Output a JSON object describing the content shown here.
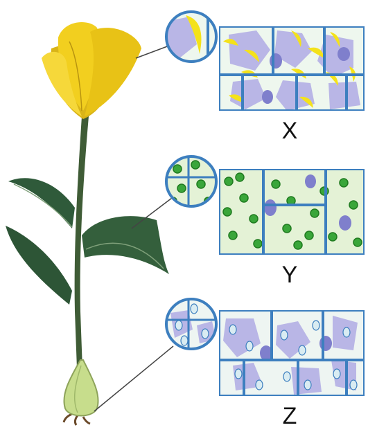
{
  "labels": {
    "x": "X",
    "y": "Y",
    "z": "Z"
  },
  "colors": {
    "flower": "#f2cf1f",
    "flower_shadow": "#b89410",
    "stem": "#3f5c36",
    "leaf": "#2f5a3a",
    "bulb": "#c7dd8c",
    "cell_wall": "#3d7fbf",
    "cytoplasm": "#eef7ee",
    "vacuole": "#b9b6e6",
    "nucleus": "#7f7fcc",
    "chromoplast": "#f4e21a",
    "chloroplast": "#3aa63a",
    "leucoplast": "#d9ecf2"
  },
  "parts": [
    {
      "key": "x",
      "organ": "flower",
      "plastid": "chromoplast"
    },
    {
      "key": "y",
      "organ": "leaf",
      "plastid": "chloroplast"
    },
    {
      "key": "z",
      "organ": "bulb",
      "plastid": "leucoplast"
    }
  ]
}
